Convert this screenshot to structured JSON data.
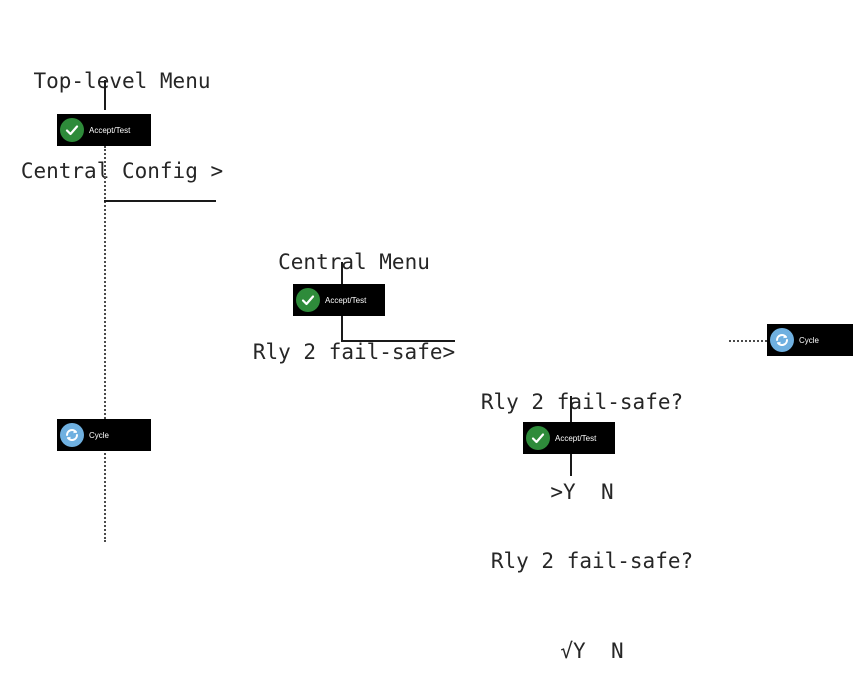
{
  "screens": {
    "top_level": {
      "line1": "Top-level Menu",
      "line2": "Central Config >"
    },
    "central_menu": {
      "line1": "Central Menu",
      "line2": "Rly 2 fail-safe>"
    },
    "prompt": {
      "line1": "Rly 2 fail-safe?",
      "line2": ">Y  N"
    },
    "result": {
      "line1": "Rly 2 fail-safe?",
      "line2": "√Y  N"
    }
  },
  "buttons": {
    "accept_label": "Accept/Test",
    "cycle_label": "Cycle"
  },
  "colors": {
    "accept_icon": "#2e8b3a",
    "cycle_icon": "#6fb0e0",
    "button_bg": "#000000",
    "line": "#1a1a1a"
  },
  "icons": {
    "accept": "checkmark-icon",
    "cycle": "cycle-arrows-icon"
  }
}
